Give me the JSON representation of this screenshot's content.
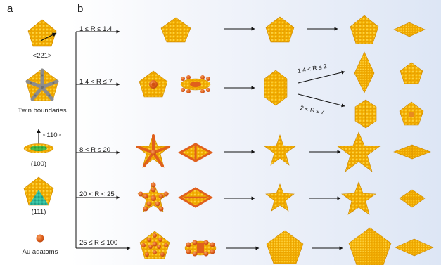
{
  "panels": {
    "a": "a",
    "b": "b"
  },
  "legend": {
    "direction_221": "<221>",
    "twin_boundaries": "Twin boundaries",
    "direction_110": "<110>",
    "facet_100": "(100)",
    "facet_111": "(111)",
    "adatoms": "Au adatoms"
  },
  "rows": [
    {
      "condition": "1 ≤ R ≤ 1.4"
    },
    {
      "condition": "1.4 < R ≤ 7"
    },
    {
      "condition": "8 < R ≤ 20"
    },
    {
      "condition": "20 < R < 25"
    },
    {
      "condition": "25 ≤ R ≤ 100"
    }
  ],
  "branches": {
    "upper": "1.4 < R ≤ 2",
    "lower": "2 < R ≤ 7"
  },
  "colors": {
    "gold": "#f7b500",
    "gold_dark": "#d99000",
    "adatom": "#e0601c",
    "twin": "#8c8c8c",
    "facet_100": "#4fbf4a",
    "facet_111": "#3cc8a8",
    "arrow": "#111111"
  }
}
